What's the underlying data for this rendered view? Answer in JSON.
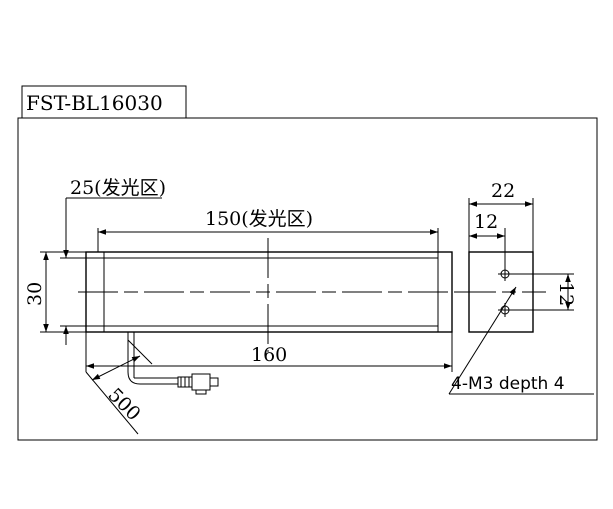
{
  "model": "FST-BL16030",
  "dims": {
    "emit_width": "25(发光区)",
    "emit_length": "150(发光区)",
    "length": "160",
    "height": "30",
    "cable": "500",
    "width": "22",
    "hole_offset": "12",
    "hole_pitch": "12"
  },
  "note": "4-M3 depth 4"
}
